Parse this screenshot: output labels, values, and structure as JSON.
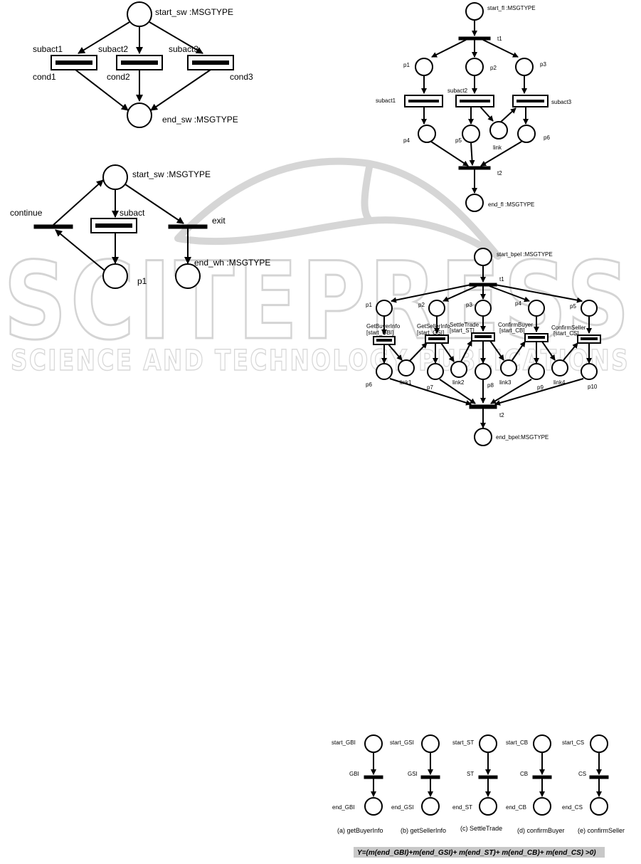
{
  "watermark": {
    "main": "SCITEPRESS",
    "sub": "SCIENCE AND TECHNOLOGY PUBLICATIONS"
  },
  "switch_net": {
    "start": "start_sw :MSGTYPE",
    "end": "end_sw :MSGTYPE",
    "subacts": [
      "subact1",
      "subact2",
      "subact3"
    ],
    "conds": [
      "cond1",
      "cond2",
      "cond3"
    ]
  },
  "while_net": {
    "start": "start_sw :MSGTYPE",
    "subact": "subact",
    "continue": "continue",
    "exit": "exit",
    "end": "end_wh :MSGTYPE",
    "p1": "p1"
  },
  "flow_net": {
    "start": "start_fl :MSGTYPE",
    "t1": "t1",
    "t2": "t2",
    "places": [
      "p1",
      "p2",
      "p3",
      "p4",
      "p5",
      "p6"
    ],
    "subacts": [
      "subact1",
      "subact2",
      "subact3"
    ],
    "link": "link",
    "end": "end_fl :MSGTYPE"
  },
  "bpel_net": {
    "start": "start_bpel :MSGTYPE",
    "t1": "t1",
    "t2": "t2",
    "top_places": [
      "p1",
      "p2",
      "p3",
      "p4",
      "p5"
    ],
    "activities": [
      {
        "name": "GetBuyerInfo",
        "cond": "[start_GBI]"
      },
      {
        "name": "GetSellerInfo",
        "cond": "[start_GSI]"
      },
      {
        "name": "SettleTrade",
        "cond": "[start_ST]"
      },
      {
        "name": "ConfirmBuyer",
        "cond": "[start_CB]"
      },
      {
        "name": "ConfirmSeller",
        "cond": "[start_CS]"
      }
    ],
    "bottom_places": [
      "p6",
      "p7",
      "p8",
      "p9",
      "p10"
    ],
    "links": [
      "link1",
      "link2",
      "link3",
      "link4"
    ],
    "end": "end_bpel:MSGTYPE"
  },
  "sub_nets": [
    {
      "start": "start_GBI",
      "trans": "GBI",
      "end": "end_GBI",
      "caption": "(a) getBuyerInfo"
    },
    {
      "start": "start_GSI",
      "trans": "GSI",
      "end": "end_GSI",
      "caption": "(b) getSellerInfo"
    },
    {
      "start": "start_ST",
      "trans": "ST",
      "end": "end_ST",
      "caption": "(c) SettleTrade"
    },
    {
      "start": "start_CB",
      "trans": "CB",
      "end": "end_CB",
      "caption": "(d) confirmBuyer"
    },
    {
      "start": "start_CS",
      "trans": "CS",
      "end": "end_CS",
      "caption": "(e) confirmSeller"
    }
  ],
  "formula": "Y=(m(end_GBI)+m(end_GSI)+ m(end_ST)+ m(end_CB)+ m(end_CS)  >0)"
}
